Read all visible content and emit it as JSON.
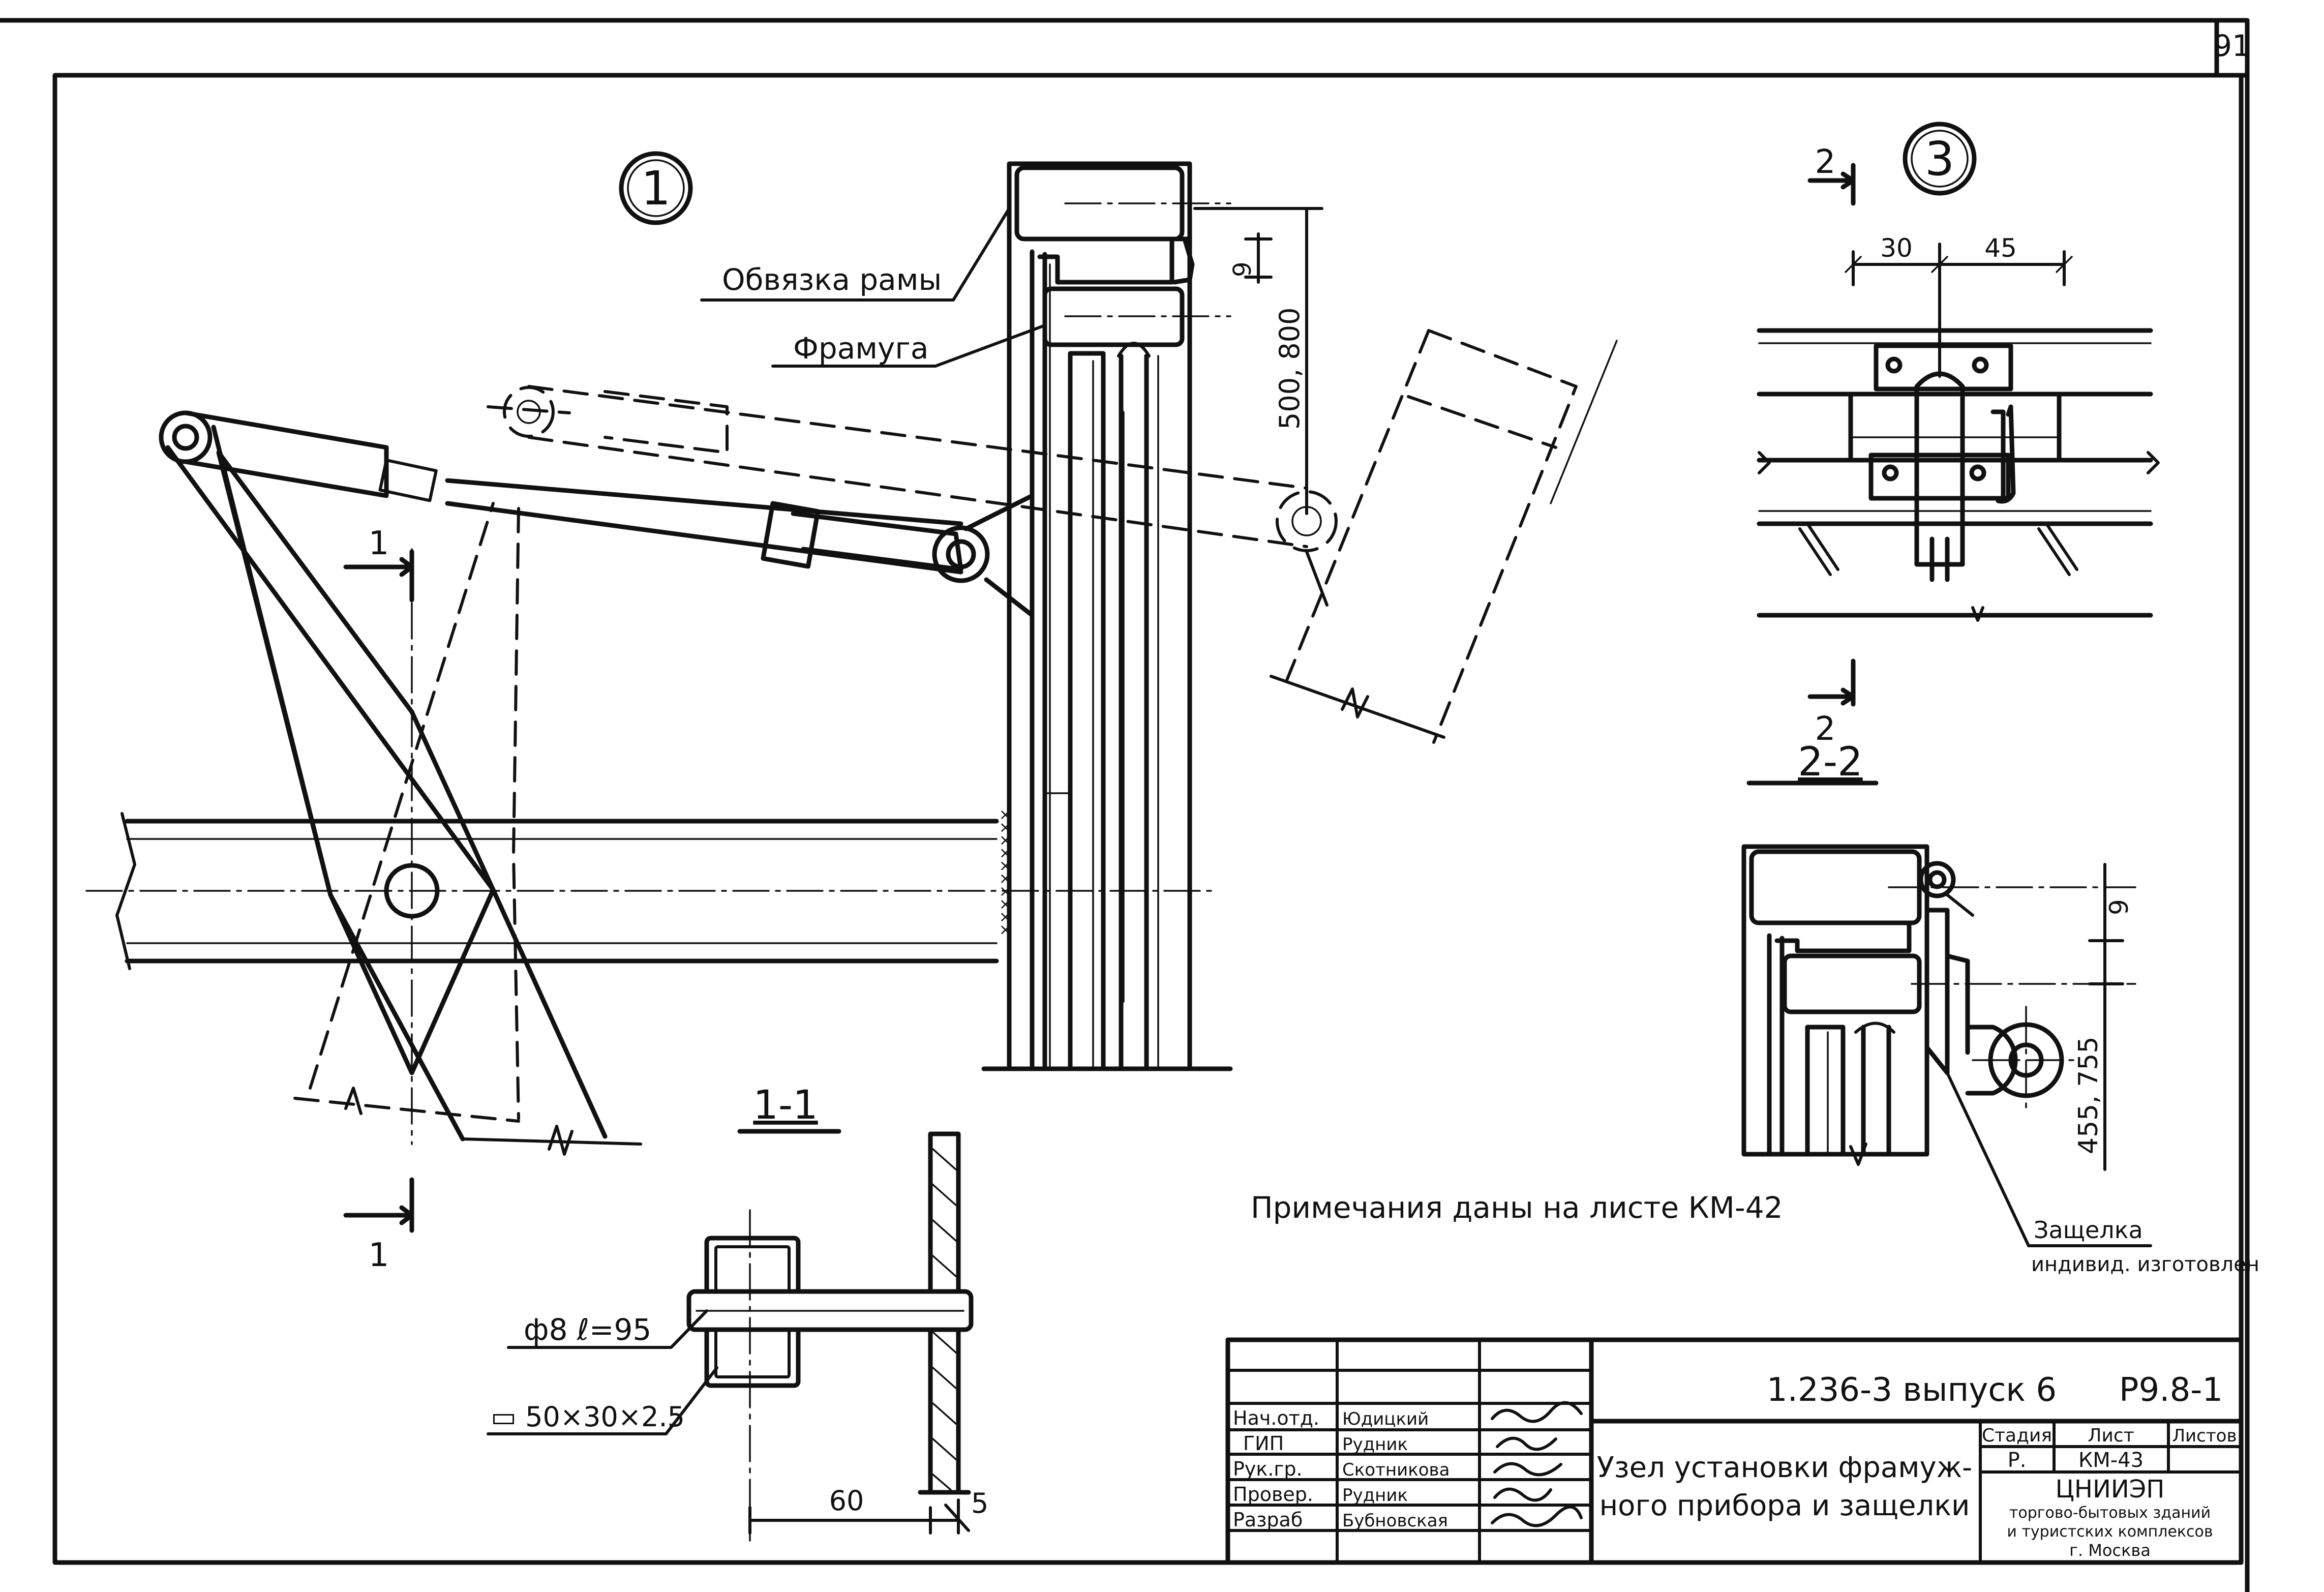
{
  "sheet": {
    "page_number": "91"
  },
  "node1": {
    "label": "1",
    "callout_frame_binding": "Обвязка рамы",
    "callout_transom": "Фрамуга",
    "dim_vertical": "500, 800",
    "dim_small": "9",
    "cut_mark": "1"
  },
  "section_1_1": {
    "title": "1-1",
    "callout_pin": "ф8 ℓ=95",
    "callout_tube": "▭ 50×30×2.5",
    "dim_60": "60",
    "dim_5": "5"
  },
  "node3": {
    "label": "3",
    "cut_mark": "2",
    "dim_30": "30",
    "dim_45": "45"
  },
  "section_2_2": {
    "title": "2-2",
    "dim_small": "9",
    "dim_vertical": "455, 755",
    "callout_latch_line1": "Защелка",
    "callout_latch_line2": "индивид. изготовлен"
  },
  "notes": {
    "text": "Примечания даны на листе КМ-42"
  },
  "title_block": {
    "document_code": "1.236-3 выпуск 6",
    "sheet_code": "Р9.8-1",
    "title_line1": "Узел установки фрамуж-",
    "title_line2": "ного прибора и защелки",
    "stage_header": "Стадия",
    "sheet_header": "Лист",
    "sheets_header": "Листов",
    "stage_value": "Р.",
    "sheet_value": "КМ-43",
    "org_line1": "ЦНИИЭП",
    "org_line2": "торгово-бытовых зданий",
    "org_line3": "и туристских комплексов",
    "org_line4": "г. Москва",
    "signatures": [
      {
        "role": "Нач.отд.",
        "name": "Юдицкий"
      },
      {
        "role": "ГИП",
        "name": "Рудник"
      },
      {
        "role": "Рук.гр.",
        "name": "Скотникова"
      },
      {
        "role": "Провер.",
        "name": "Рудник"
      },
      {
        "role": "Разраб",
        "name": "Бубновская"
      }
    ]
  }
}
